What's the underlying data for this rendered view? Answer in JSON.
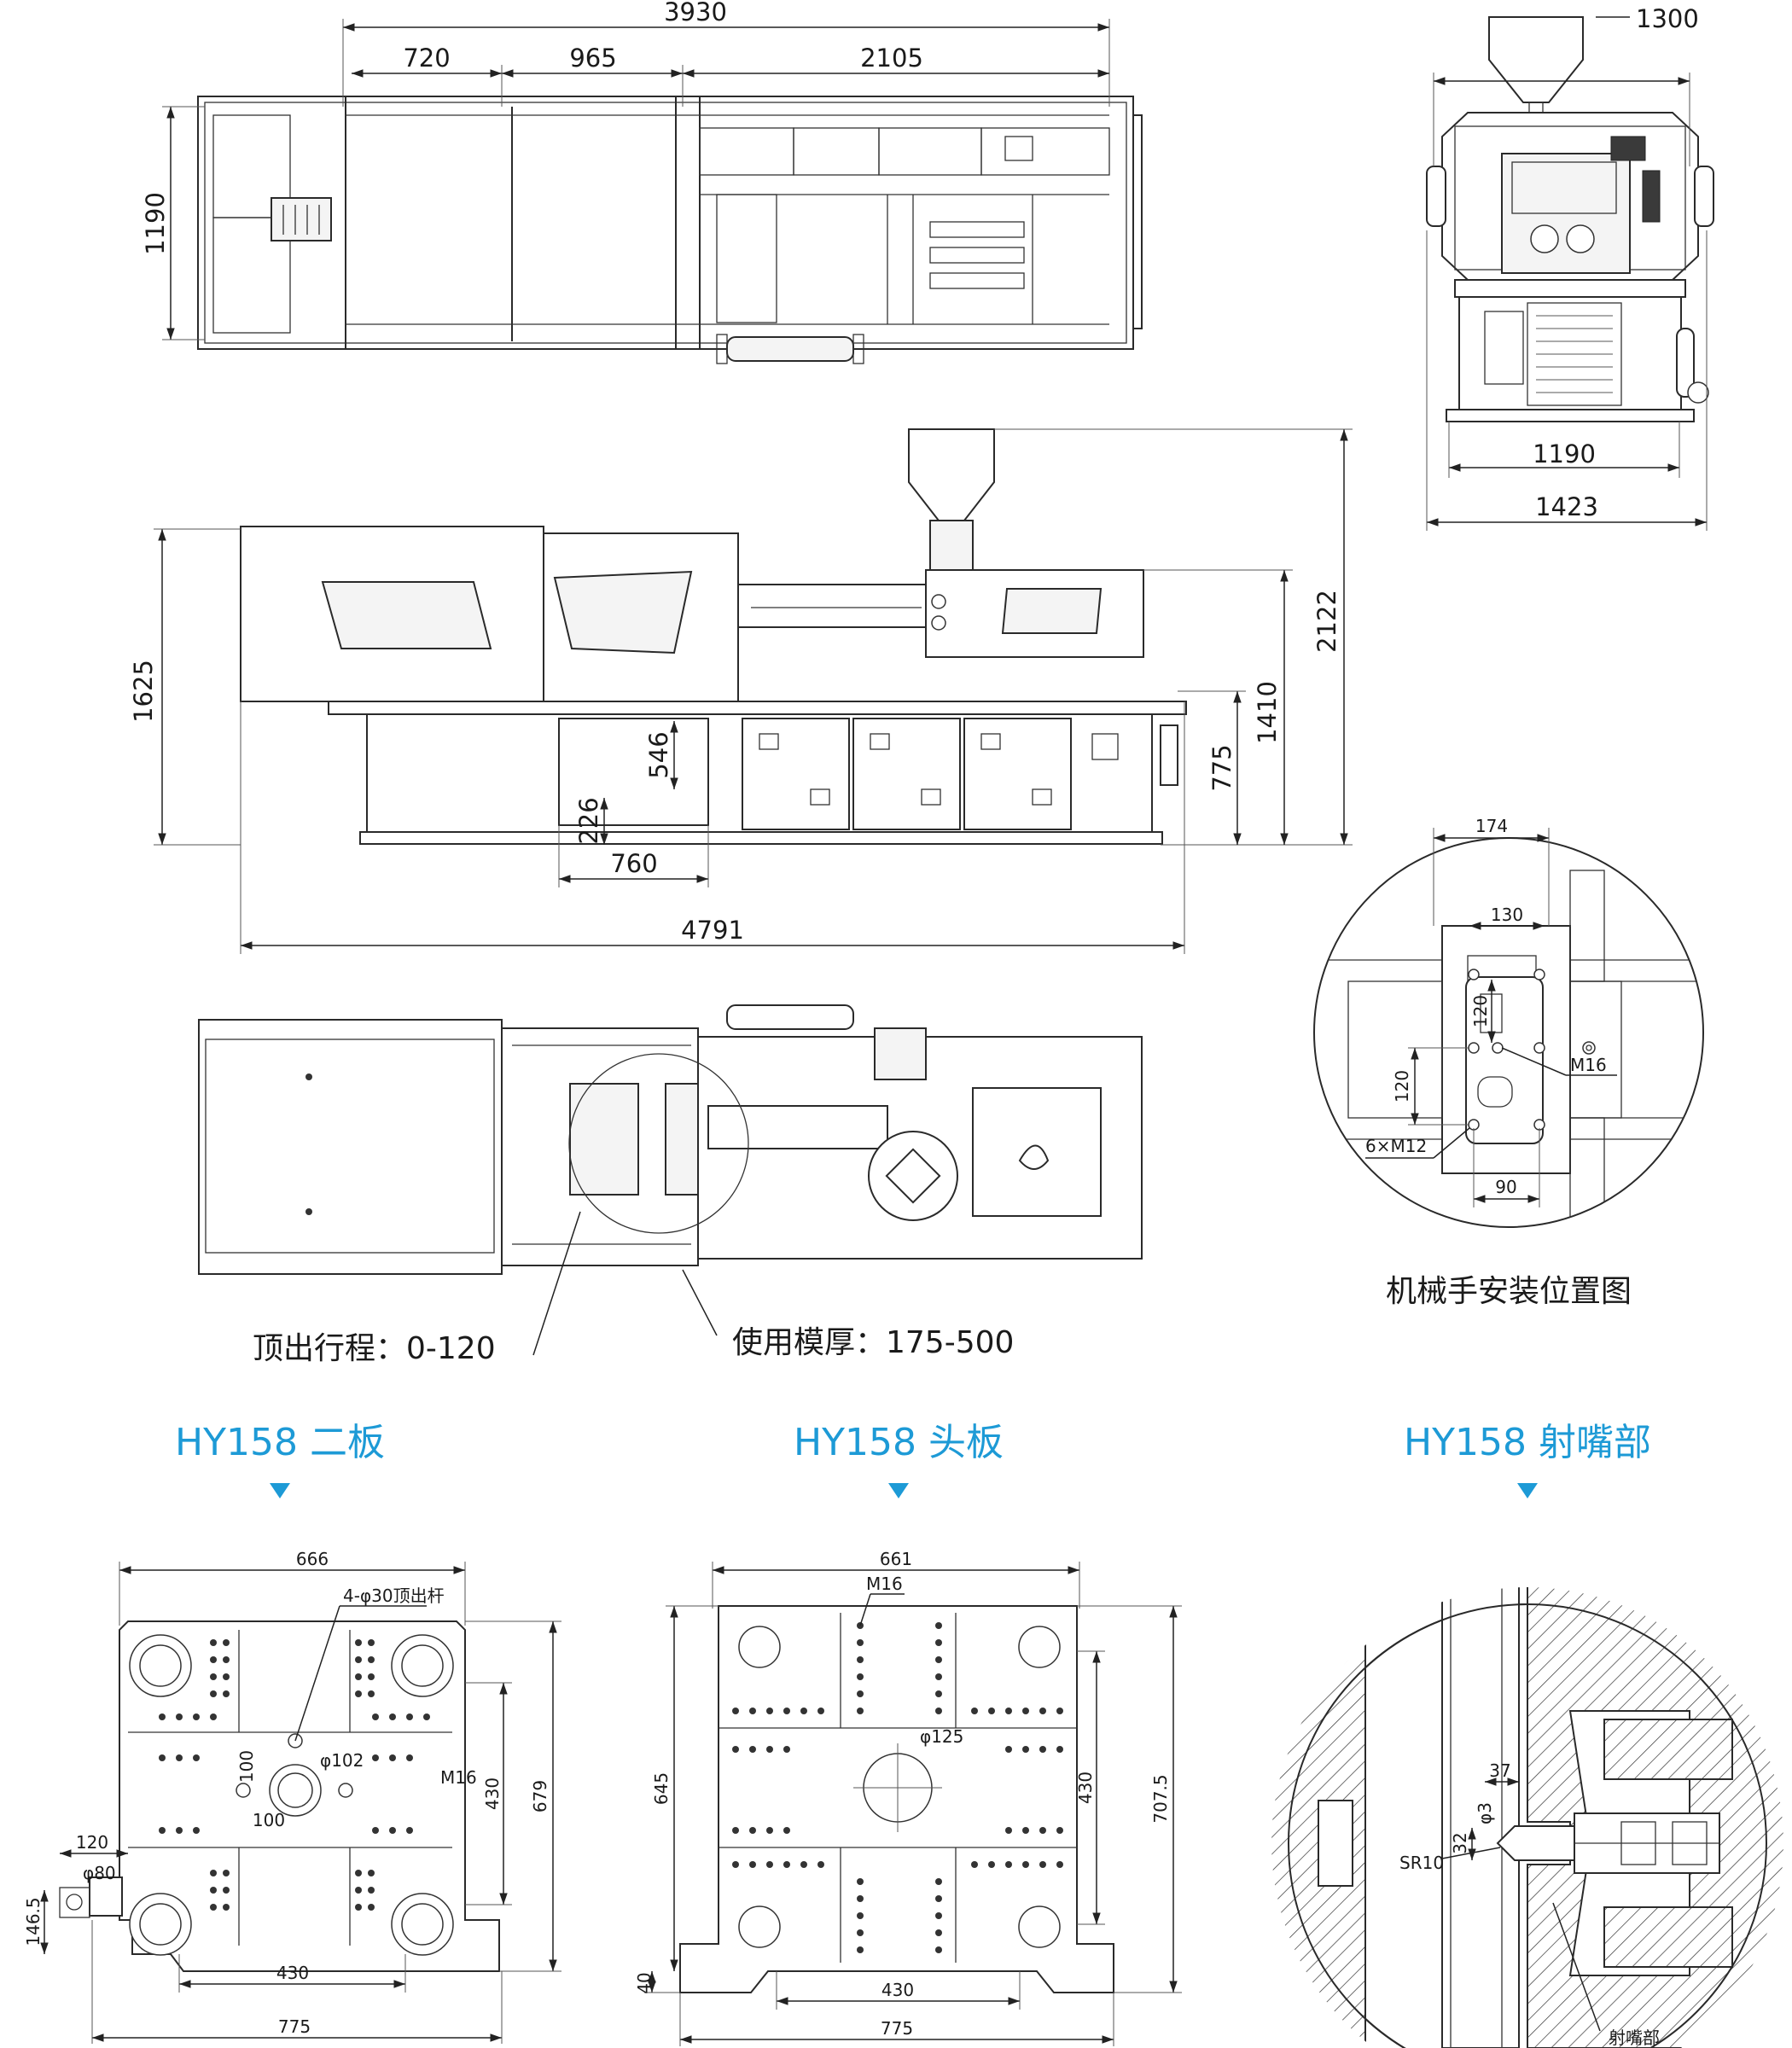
{
  "top_view": {
    "overall_length": "3930",
    "seg_1": "720",
    "seg_2": "965",
    "seg_3": "2105",
    "width": "1190"
  },
  "end_view": {
    "hopper_height": "1300",
    "base_width": "1190",
    "overall_width": "1423"
  },
  "side_view": {
    "machine_height": "1625",
    "total_height": "2122",
    "center_height": "1410",
    "table_height": "775",
    "opening_height": "546",
    "bottom_offset": "226",
    "opening_width": "760",
    "overall_length": "4791"
  },
  "plan_view": {
    "ejector_stroke": "顶出行程：0-120",
    "mold_thickness": "使用模厚：175-500"
  },
  "robot_mount": {
    "title": "机械手安装位置图",
    "dim_174": "174",
    "dim_130": "130",
    "dim_120_v": "120",
    "dim_120_h": "120",
    "thread_m16": "M16",
    "bolts": "6×M12",
    "dim_90": "90"
  },
  "section_headers": {
    "moving_platen": "HY158 二板",
    "fixed_platen": "HY158 头板",
    "nozzle": "HY158 射嘴部"
  },
  "moving_platen": {
    "width": "666",
    "ejector_rods": "4-φ30顶出杆",
    "hole_center": "100",
    "bore": "φ102",
    "hole_center_h": "100",
    "thread": "M16",
    "tiebar_spacing_v": "430",
    "height": "679",
    "offset": "120",
    "small_bore": "φ80",
    "base_height": "146.5",
    "tiebar_spacing_h": "430",
    "base_width": "775"
  },
  "fixed_platen": {
    "width": "661",
    "thread": "M16",
    "bore": "φ125",
    "tiebar_spacing_v": "430",
    "height_left": "645",
    "height_right": "707.5",
    "foot_height": "40",
    "tiebar_spacing_h": "430",
    "base_width": "775"
  },
  "nozzle": {
    "dim_37": "37",
    "dim_32": "32",
    "orifice": "φ3",
    "radius": "SR10",
    "part_label": "射嘴部"
  }
}
